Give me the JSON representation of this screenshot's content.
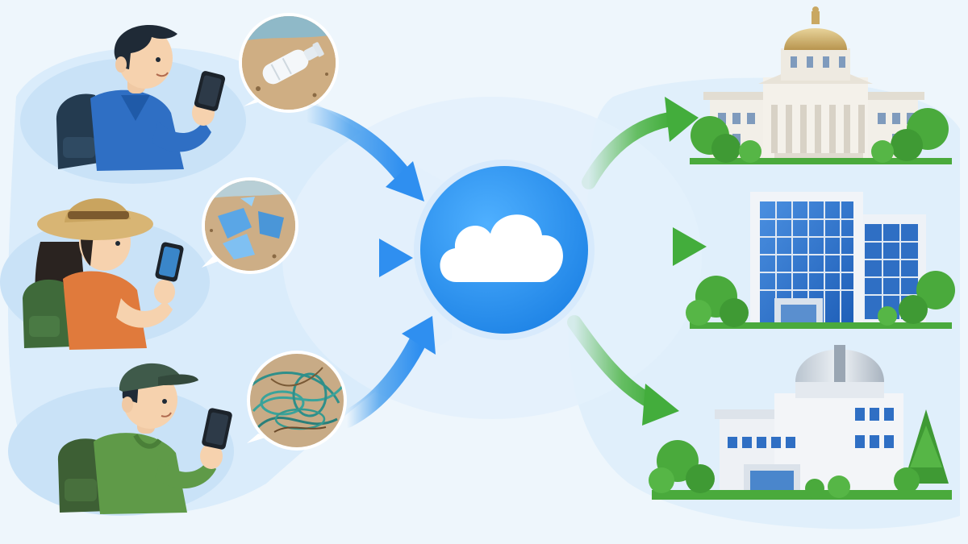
{
  "diagram": {
    "palette": {
      "background": "#eef6fc",
      "wash": "#cfe6f8",
      "cloud_hub": "#2f95ee",
      "blue_arrow": "#3a98ec",
      "green_arrow": "#4fb548",
      "tree": "#4aaa3c",
      "tree_dark": "#2f8a2c"
    },
    "contributors": [
      {
        "id": "hiker-blue-hoodie",
        "photo": "plastic-bottle-on-sand",
        "shirt": "#2f6fc4",
        "bag": "#243b50"
      },
      {
        "id": "hiker-straw-hat",
        "photo": "blue-plastic-fragments",
        "shirt": "#e07a3c",
        "bag": "#3f6a3a"
      },
      {
        "id": "hiker-green-cap",
        "photo": "tangled-fishing-net",
        "shirt": "#5f9a48",
        "bag": "#3d5f34"
      }
    ],
    "hub": {
      "icon": "cloud-icon"
    },
    "destinations": [
      {
        "id": "capitol-building",
        "icon": "government-building-icon"
      },
      {
        "id": "office-tower",
        "icon": "office-building-icon"
      },
      {
        "id": "observatory-lab",
        "icon": "research-lab-icon"
      }
    ]
  }
}
